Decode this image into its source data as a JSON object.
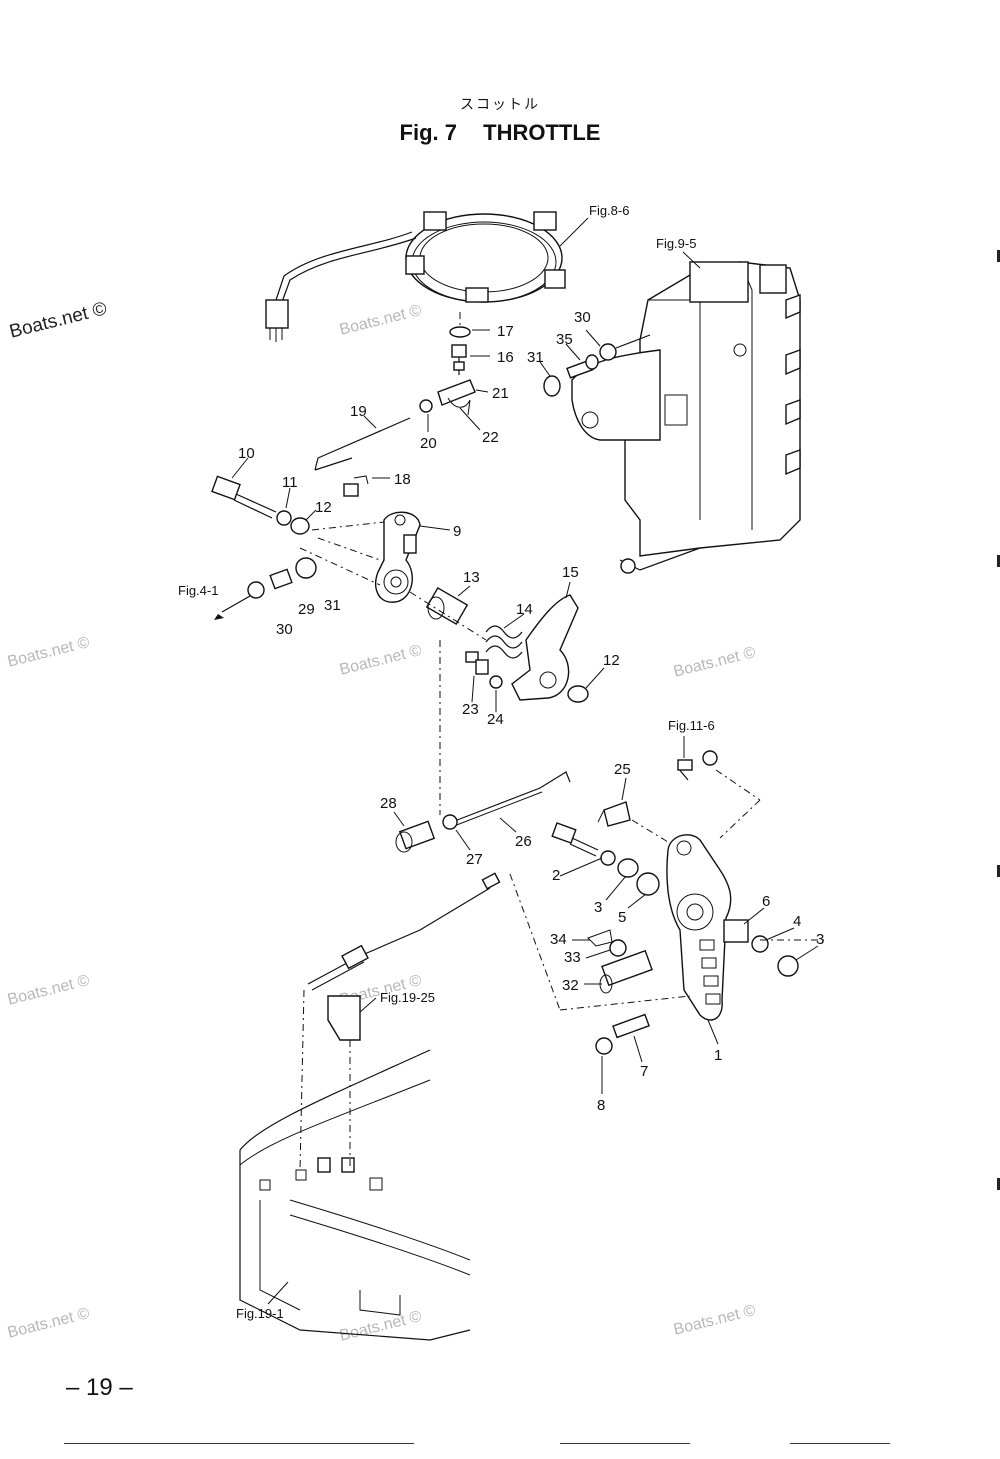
{
  "header": {
    "japanese_title": "スコットル",
    "fig_label": "Fig. 7",
    "title": "THROTTLE"
  },
  "watermarks": [
    "Boats.net ©",
    "Boats.net ©",
    "Boats.net ©",
    "Boats.net ©",
    "Boats.net ©",
    "Boats.net ©",
    "Boats.net ©",
    "Boats.net ©",
    "Boats.net ©",
    "Boats.net ©"
  ],
  "fig_refs": [
    "Fig.8-6",
    "Fig.9-5",
    "Fig.4-1",
    "Fig.11-6",
    "Fig.19-25",
    "Fig.19-1"
  ],
  "callouts": [
    "17",
    "16",
    "21",
    "22",
    "20",
    "19",
    "18",
    "10",
    "11",
    "12",
    "9",
    "30",
    "35",
    "31",
    "13",
    "14",
    "15",
    "29",
    "31",
    "30",
    "23",
    "24",
    "12",
    "25",
    "28",
    "27",
    "26",
    "2",
    "3",
    "5",
    "6",
    "4",
    "3",
    "34",
    "33",
    "32",
    "1",
    "7",
    "8"
  ],
  "page_number": "– 19 –"
}
